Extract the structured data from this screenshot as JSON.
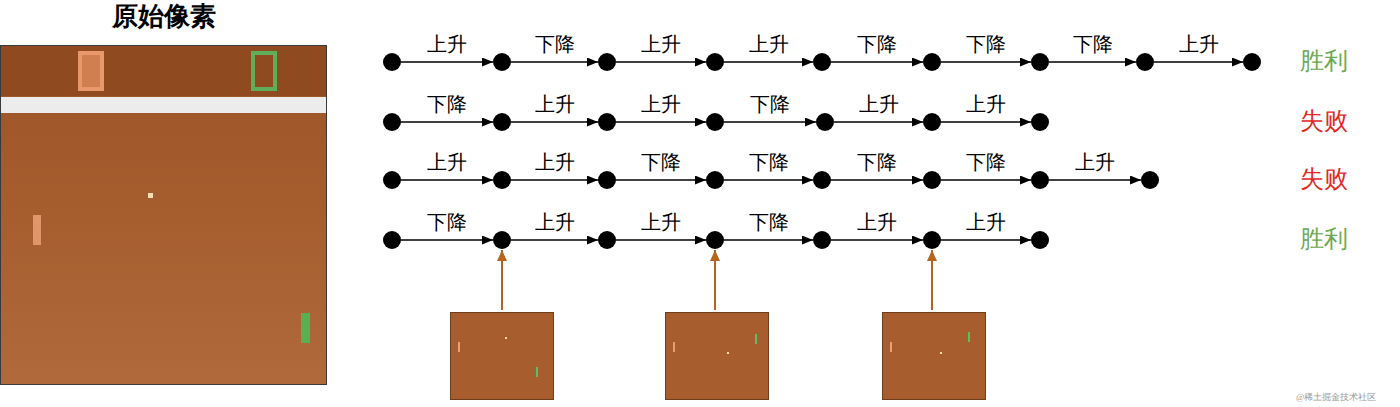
{
  "diagram": {
    "nodes": [
      {
        "text": [
          "原始像素"
        ]
      },
      {
        "text": []
      },
      {
        "text": []
      },
      {
        "text": []
      },
      {
        "text": []
      },
      {
        "text": []
      },
      {
        "text": []
      },
      {
        "text": []
      },
      {
        "text": []
      },
      {
        "text": []
      },
      {
        "text": []
      },
      {
        "text": []
      },
      {
        "text": []
      },
      {
        "text": []
      },
      {
        "text": []
      },
      {
        "text": []
      },
      {
        "text": []
      },
      {
        "text": []
      },
      {
        "text": []
      },
      {
        "text": []
      },
      {
        "text": []
      },
      {
        "text": []
      },
      {
        "text": []
      },
      {
        "text": []
      },
      {
        "text": []
      },
      {
        "text": []
      },
      {
        "text": []
      },
      {
        "text": []
      },
      {
        "text": []
      },
      {
        "text": []
      },
      {
        "text": []
      },
      {
        "text": []
      },
      {
        "text": []
      },
      {
        "text": []
      },
      {
        "text": []
      }
    ],
    "edges": [
      {
        "from": 1,
        "to": 2,
        "label": "上升",
        "arrow": "to"
      },
      {
        "from": 2,
        "to": 3,
        "label": "下降",
        "arrow": "to"
      },
      {
        "from": 3,
        "to": 4,
        "label": "上升",
        "arrow": "to"
      },
      {
        "from": 4,
        "to": 5,
        "label": "上升",
        "arrow": "to"
      },
      {
        "from": 5,
        "to": 6,
        "label": "下降",
        "arrow": "to"
      },
      {
        "from": 6,
        "to": 7,
        "label": "下降",
        "arrow": "to"
      },
      {
        "from": 7,
        "to": 8,
        "label": "下降",
        "arrow": "to"
      },
      {
        "from": 8,
        "to": 9,
        "label": "上升",
        "arrow": "to"
      },
      {
        "from": 10,
        "to": 11,
        "label": "下降",
        "arrow": "to"
      },
      {
        "from": 11,
        "to": 12,
        "label": "上升",
        "arrow": "to"
      },
      {
        "from": 12,
        "to": 13,
        "label": "上升",
        "arrow": "to"
      },
      {
        "from": 13,
        "to": 14,
        "label": "下降",
        "arrow": "to"
      },
      {
        "from": 14,
        "to": 15,
        "label": "上升",
        "arrow": "to"
      },
      {
        "from": 15,
        "to": 16,
        "label": "上升",
        "arrow": "to"
      },
      {
        "from": 17,
        "to": 18,
        "label": "上升",
        "arrow": "to"
      },
      {
        "from": 18,
        "to": 19,
        "label": "上升",
        "arrow": "to"
      },
      {
        "from": 19,
        "to": 20,
        "label": "下降",
        "arrow": "to"
      },
      {
        "from": 20,
        "to": 21,
        "label": "下降",
        "arrow": "to"
      },
      {
        "from": 21,
        "to": 22,
        "label": "下降",
        "arrow": "to"
      },
      {
        "from": 22,
        "to": 23,
        "label": "下降",
        "arrow": "to"
      },
      {
        "from": 23,
        "to": 24,
        "label": "上升",
        "arrow": "to"
      },
      {
        "from": 25,
        "to": 26,
        "label": "下降",
        "arrow": "to"
      },
      {
        "from": 26,
        "to": 27,
        "label": "上升",
        "arrow": "to"
      },
      {
        "from": 27,
        "to": 28,
        "label": "上升",
        "arrow": "to"
      },
      {
        "from": 28,
        "to": 29,
        "label": "下降",
        "arrow": "to"
      },
      {
        "from": 29,
        "to": 30,
        "label": "上升",
        "arrow": "to"
      },
      {
        "from": 30,
        "to": 31,
        "label": "上升",
        "arrow": "to"
      },
      {
        "from": 32,
        "to": 26,
        "arrow": "to"
      },
      {
        "from": 33,
        "to": 28,
        "arrow": "to"
      },
      {
        "from": 34,
        "to": 30,
        "arrow": "to"
      }
    ],
    "labels": [
      "胜利",
      "失败",
      "失败",
      "胜利",
      "@稀土掘金技术社区"
    ]
  }
}
